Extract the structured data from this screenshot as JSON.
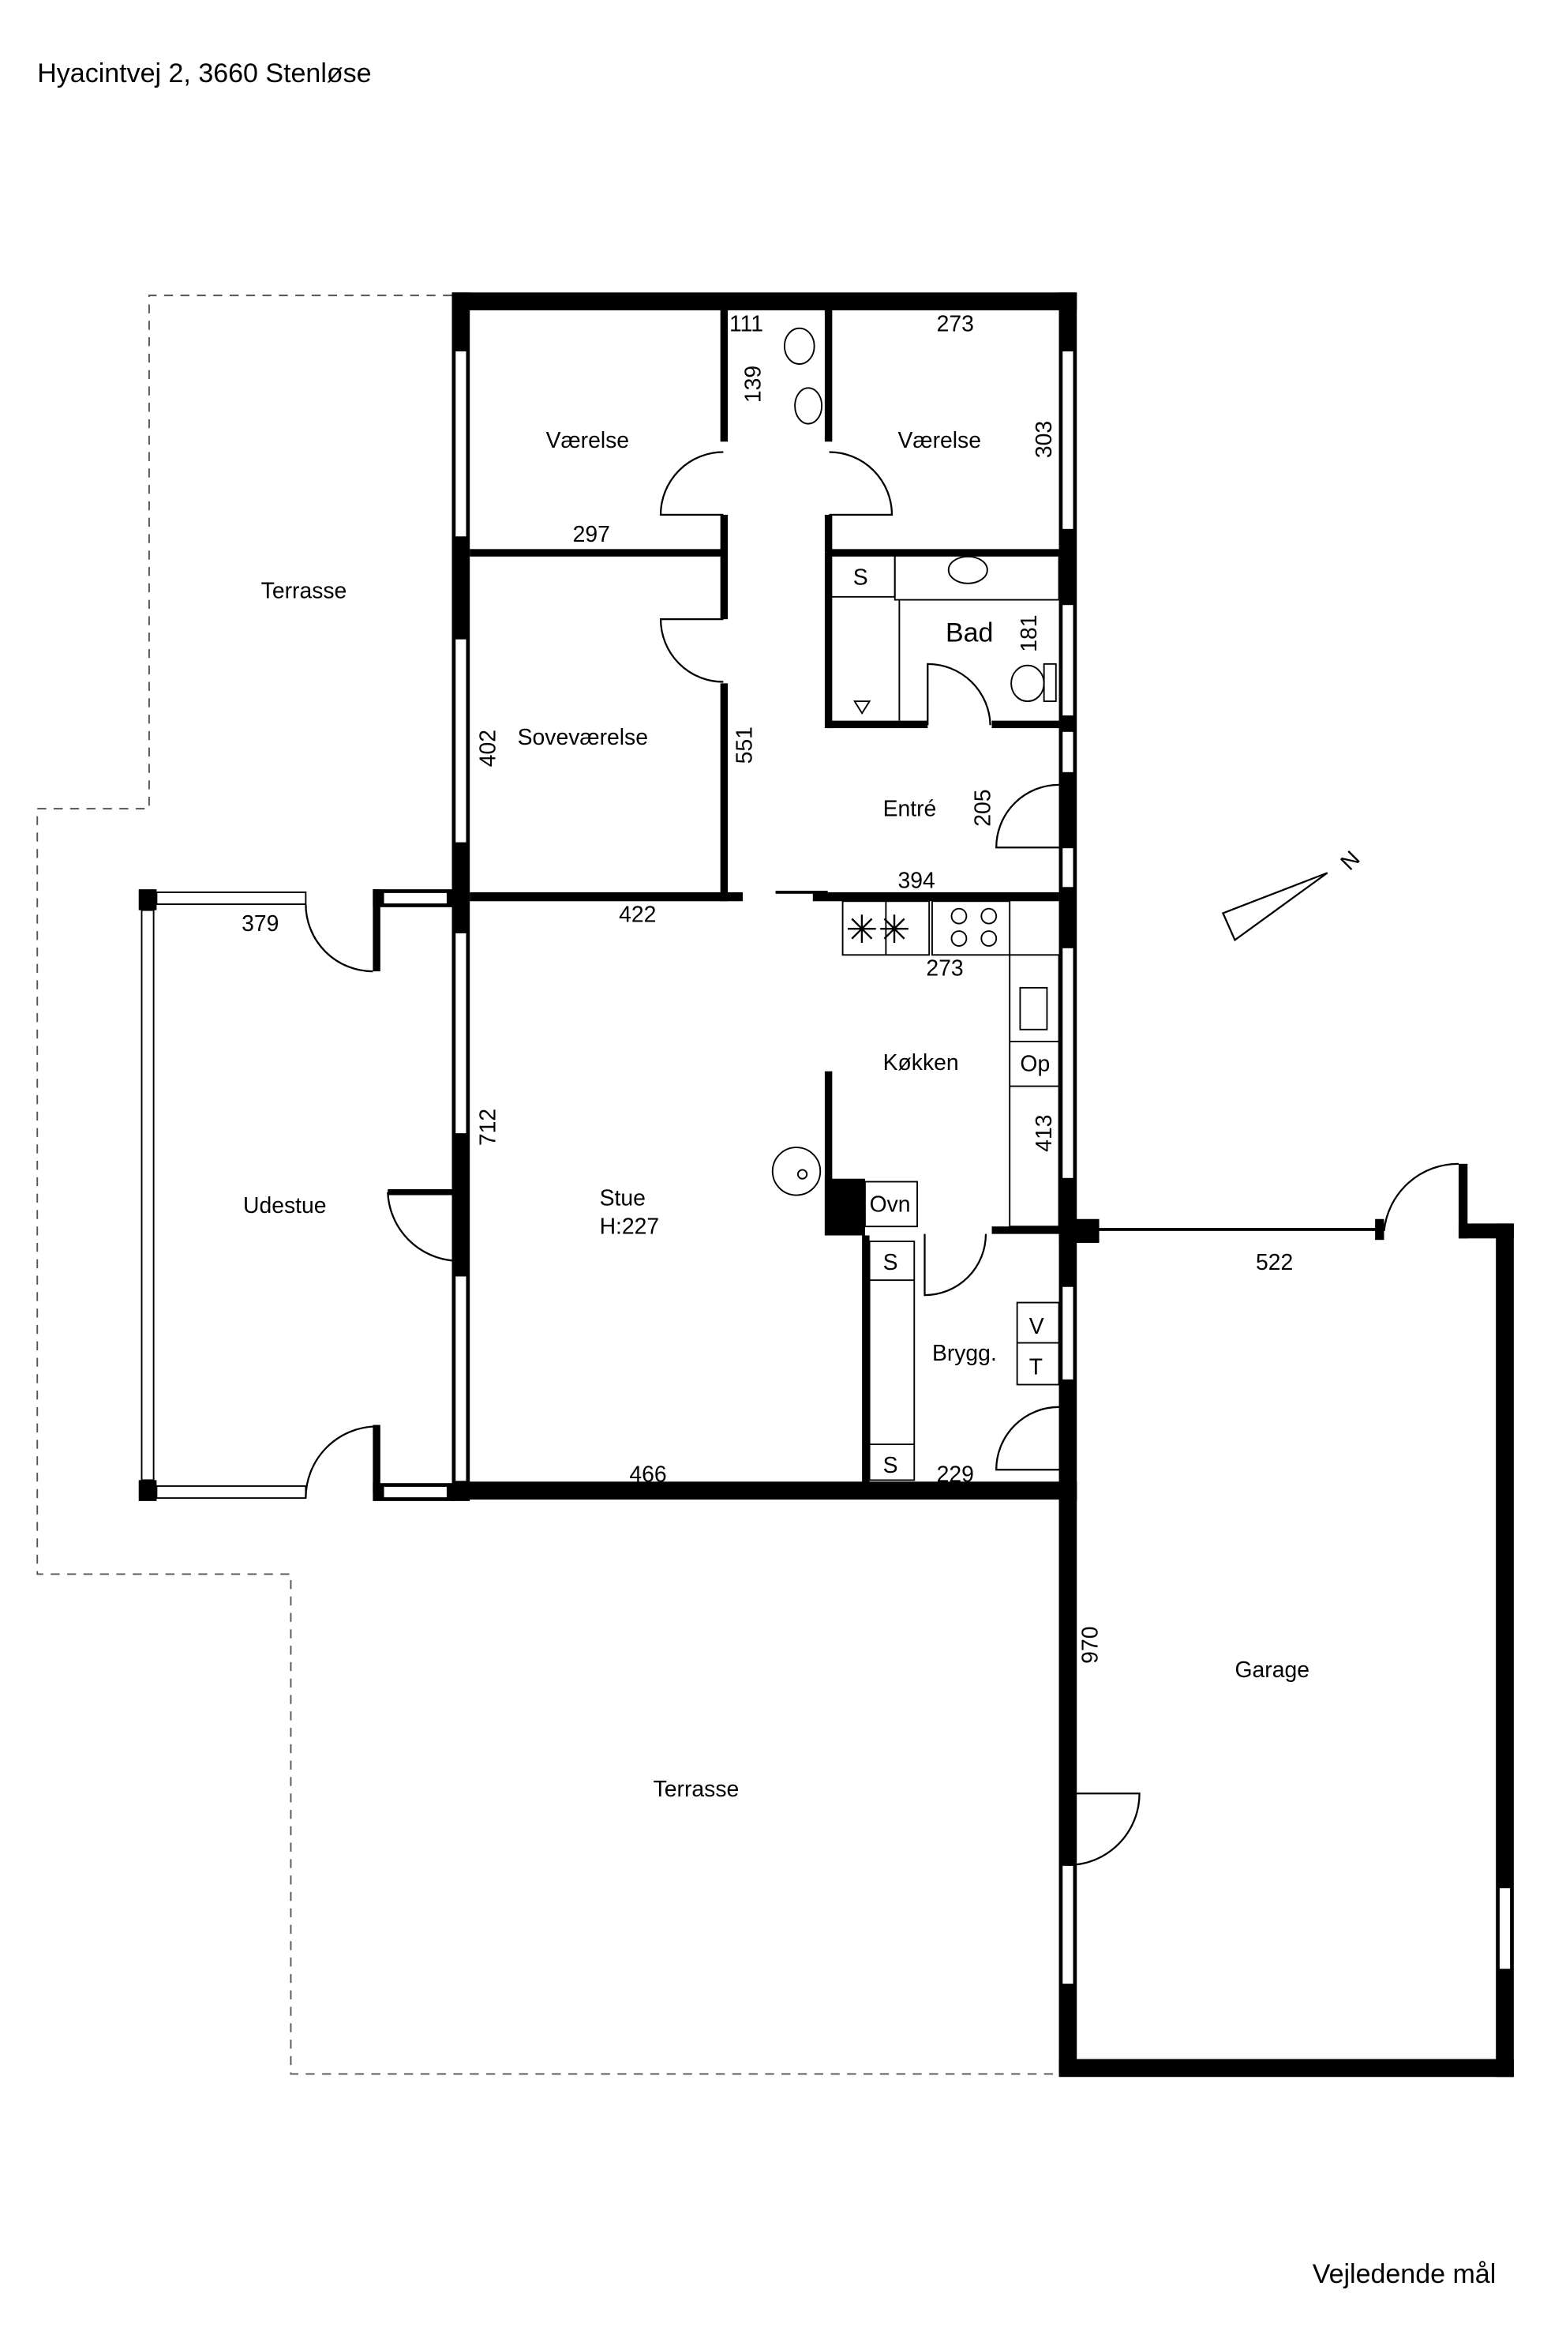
{
  "title": "Hyacintvej 2, 3660 Stenløse",
  "footer": "Vejledende mål",
  "rooms": {
    "terrasse_top": "Terrasse",
    "vaerelse_1": "Værelse",
    "vaerelse_2": "Værelse",
    "sovevaerelse": "Soveværelse",
    "bad": "Bad",
    "entre": "Entré",
    "koekken": "Køkken",
    "stue": "Stue",
    "stue_height": "H:227",
    "udestue": "Udestue",
    "brygg": "Brygg.",
    "garage": "Garage",
    "terrasse_bottom": "Terrasse"
  },
  "fixtures": {
    "s1": "S",
    "s2": "S",
    "s3": "S",
    "op": "Op",
    "ovn": "Ovn",
    "v": "V",
    "t": "T"
  },
  "dimensions": {
    "d111": "111",
    "d139": "139",
    "d273a": "273",
    "d303": "303",
    "d297": "297",
    "d181": "181",
    "d402": "402",
    "d551": "551",
    "d205": "205",
    "d394": "394",
    "d422": "422",
    "d379": "379",
    "d273b": "273",
    "d712": "712",
    "d413": "413",
    "d522": "522",
    "d466": "466",
    "d229": "229",
    "d970": "970"
  },
  "compass": "N"
}
